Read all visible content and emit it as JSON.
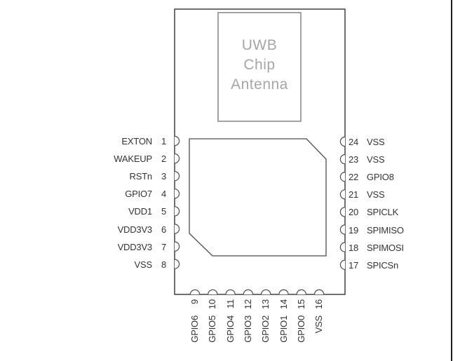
{
  "figure": {
    "title_block": {
      "lines": [
        "UWB",
        "Chip",
        "Antenna"
      ]
    },
    "left_pins": [
      {
        "name": "EXTON",
        "number": "1"
      },
      {
        "name": "WAKEUP",
        "number": "2"
      },
      {
        "name": "RSTn",
        "number": "3"
      },
      {
        "name": "GPIO7",
        "number": "4"
      },
      {
        "name": "VDD1",
        "number": "5"
      },
      {
        "name": "VDD3V3",
        "number": "6"
      },
      {
        "name": "VDD3V3",
        "number": "7"
      },
      {
        "name": "VSS",
        "number": "8"
      }
    ],
    "right_pins": [
      {
        "number": "24",
        "name": "VSS"
      },
      {
        "number": "23",
        "name": "VSS"
      },
      {
        "number": "22",
        "name": "GPIO8"
      },
      {
        "number": "21",
        "name": "VSS"
      },
      {
        "number": "20",
        "name": "SPICLK"
      },
      {
        "number": "19",
        "name": "SPIMISO"
      },
      {
        "number": "18",
        "name": "SPIMOSI"
      },
      {
        "number": "17",
        "name": "SPICSn"
      }
    ],
    "bottom_pins": [
      {
        "number": "9",
        "name": "GPIO6"
      },
      {
        "number": "10",
        "name": "GPIO5"
      },
      {
        "number": "11",
        "name": "GPIO4"
      },
      {
        "number": "12",
        "name": "GPIO3"
      },
      {
        "number": "13",
        "name": "GPIO2"
      },
      {
        "number": "14",
        "name": "GPIO1"
      },
      {
        "number": "15",
        "name": "GPIO0"
      },
      {
        "number": "16",
        "name": "VSS"
      }
    ],
    "colors": {
      "outline": "#4c4c4c",
      "label_text": "#333333",
      "antenna_outline": "#929292",
      "antenna_text": "#a6a6a6",
      "page_border": "#1c1c1c"
    }
  }
}
